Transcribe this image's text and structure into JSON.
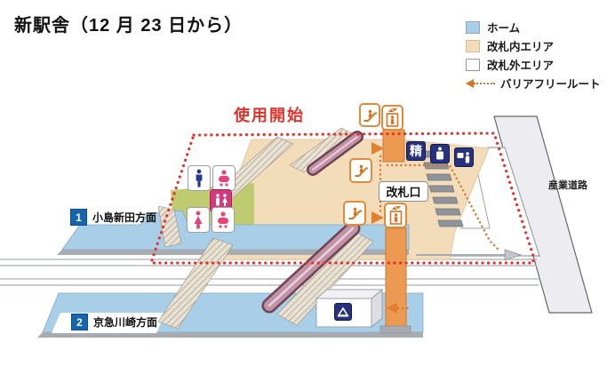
{
  "title": "新駅舎（12 月 23 日から）",
  "overlay": {
    "start_of_use_label": "使用開始"
  },
  "legend": {
    "items": [
      {
        "label": "ホーム",
        "color": "#a9cee8",
        "type": "swatch"
      },
      {
        "label": "改札内エリア",
        "color": "#f2dcba",
        "type": "swatch"
      },
      {
        "label": "改札外エリア",
        "color": "#ffffff",
        "type": "swatch"
      },
      {
        "label": "バリアフリールート",
        "color": "#d9731f",
        "type": "dotted-arrow"
      }
    ]
  },
  "map": {
    "gate_label": "改札口",
    "road_label": "産業道路",
    "fare_adjustment_machine_label": "精",
    "platforms": [
      {
        "number": "1",
        "destination": "小島新田方面"
      },
      {
        "number": "2",
        "destination": "京急川崎方面"
      }
    ],
    "colors": {
      "platform": "#a9cee8",
      "paid_area": "#f2dcba",
      "unpaid_area": "#ffffff",
      "barrier_free_route": "#d9731f",
      "new_area_outline": "#e3312b",
      "elevator_shaft": "#ec9a52",
      "escalator": "#c392a6",
      "green_slope": "#bfcb6f",
      "machine_icon_navy": "#26327e",
      "multifunction_toilet_magenta": "#d33a7e"
    },
    "icons": {
      "mens-toilet-icon": "standing male pictogram (navy)",
      "womens-toilet-icon": "standing female pictogram (pink)",
      "baby-care-icon": "baby changing pictogram (pink)",
      "multifunction-toilet-icon": "two white figures on magenta",
      "elevator-icon": "person in box with up/down arrows (orange)",
      "escalator-icon": "person on moving steps (orange)",
      "fare-adjustment-machine-icon": "kanji 精 on navy",
      "ticket-machine-icon": "white machine silhouette on navy",
      "intercom-machine-icon": "screen and person on navy",
      "platform-facility-icon": "white pictogram on navy",
      "barrier-free-arrow-icon": "orange dotted arrow"
    }
  }
}
